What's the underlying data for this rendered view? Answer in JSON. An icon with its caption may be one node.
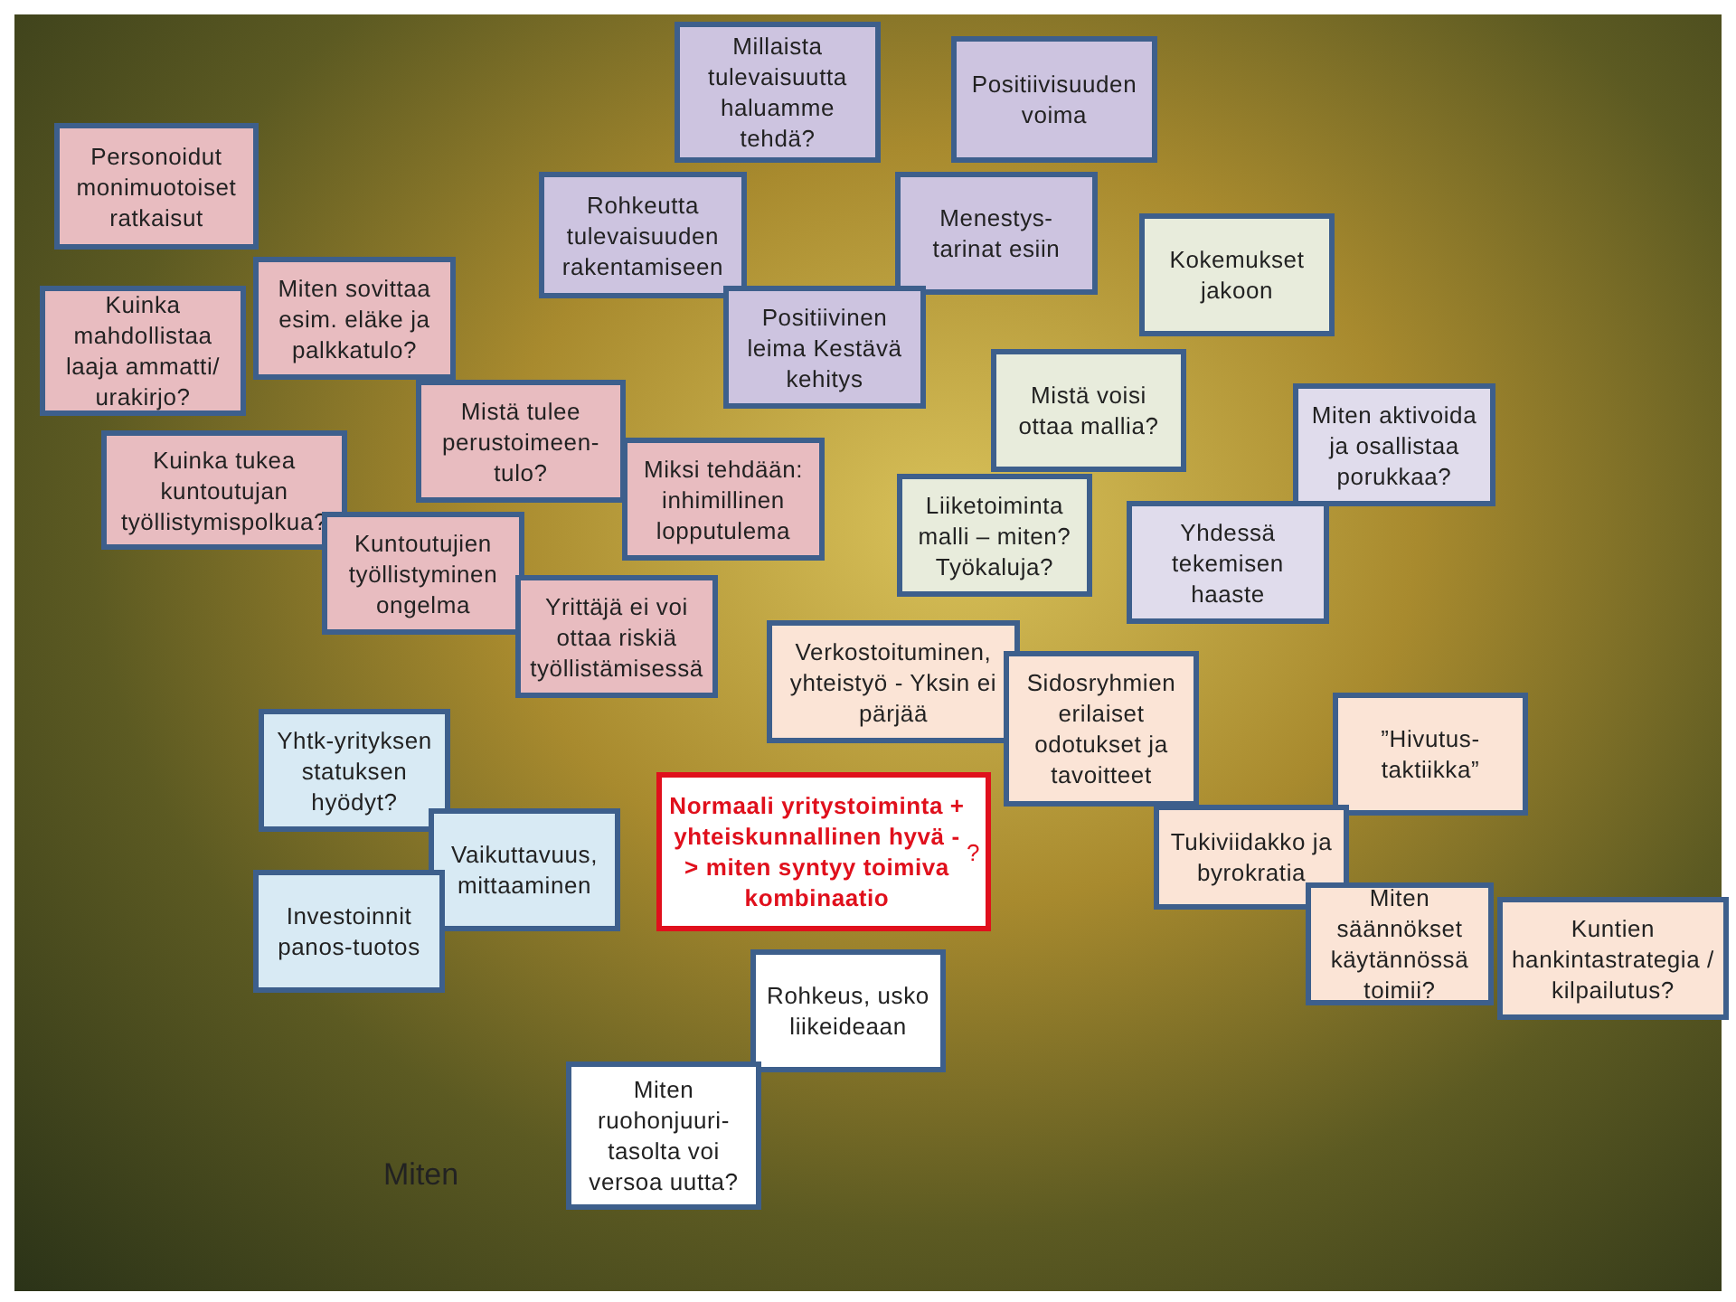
{
  "diagram": {
    "nodes": [
      {
        "text": [
          "Personoidut monimuotoiset ratkaisut"
        ]
      },
      {
        "text": [
          "Millaista tulevaisuutta haluamme tehdä?"
        ]
      },
      {
        "text": [
          "Positiivisuuden voima"
        ]
      },
      {
        "text": [
          "Rohkeutta tulevaisuuden rakentamiseen"
        ]
      },
      {
        "text": [
          "Menestys- tarinat esiin"
        ]
      },
      {
        "text": [
          "Kokemukset jakoon"
        ]
      },
      {
        "text": [
          "Miten sovittaa esim. eläke ja palkkatulo?"
        ]
      },
      {
        "text": [
          "Kuinka mahdollistaa laaja ammatti/ urakirjo?"
        ]
      },
      {
        "text": [
          "Positiivinen leima Kestävä kehitys"
        ]
      },
      {
        "text": [
          "Mistä voisi ottaa mallia?"
        ]
      },
      {
        "text": [
          "Mistä tulee perustoimeen- tulo?"
        ]
      },
      {
        "text": [
          "Miten aktivoida ja osallistaa porukkaa?"
        ]
      },
      {
        "text": [
          "Kuinka tukea kuntoutujan työllistymispolkua?"
        ]
      },
      {
        "text": [
          "Miksi tehdään: inhimillinen lopputulema"
        ]
      },
      {
        "text": [
          "Liiketoiminta malli – miten? Työkaluja?"
        ]
      },
      {
        "text": [
          "Yhdessä tekemisen haaste"
        ]
      },
      {
        "text": [
          "Kuntoutujien työllistyminen ongelma"
        ]
      },
      {
        "text": [
          "Yrittäjä ei voi ottaa riskiä työllistämisessä"
        ]
      },
      {
        "text": [
          "Verkostoituminen, yhteistyö - Yksin ei pärjää"
        ]
      },
      {
        "text": [
          "Sidosryhmien erilaiset odotukset ja tavoitteet"
        ]
      },
      {
        "text": [
          "”Hivutus- taktiikka”"
        ]
      },
      {
        "text": [
          "Yhtk-yrityksen statuksen hyödyt?"
        ]
      },
      {
        "text": [
          "**Normaali yritystoiminta + yhteiskunnallinen hyvä -> miten syntyy toimiva kombinaatio**?"
        ]
      },
      {
        "text": [
          "Vaikuttavuus, mittaaminen"
        ]
      },
      {
        "text": [
          "Tukiviidakko ja byrokratia"
        ]
      },
      {
        "text": [
          "Investoinnit panos-tuotos"
        ]
      },
      {
        "text": [
          "Miten säännökset käytännössä toimii?"
        ]
      },
      {
        "text": [
          "Kuntien hankintastrategia / kilpailutus?"
        ]
      },
      {
        "text": [
          "Rohkeus, usko liikeideaan"
        ]
      },
      {
        "text": [
          "Miten ruohonjuuri- tasolta voi versoa uutta?"
        ]
      }
    ],
    "labels": [
      "Miten"
    ]
  }
}
